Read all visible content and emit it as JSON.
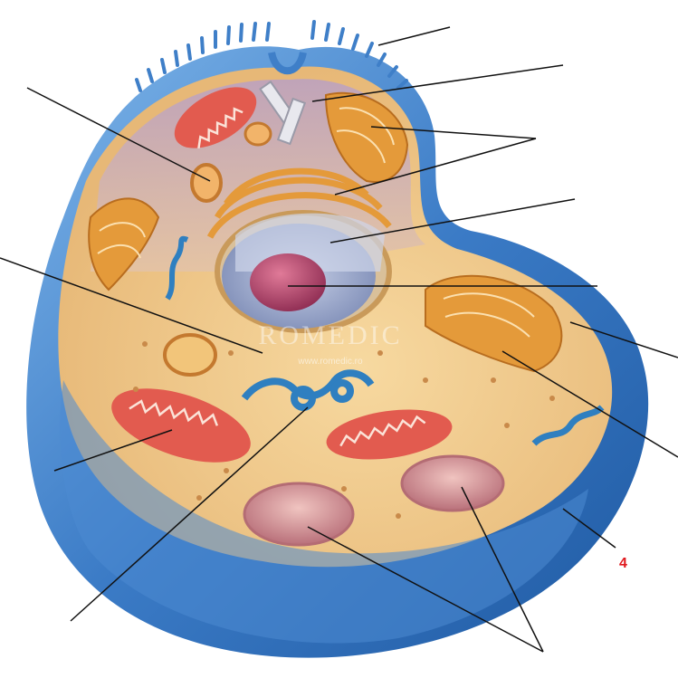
{
  "diagram": {
    "number_label": "4",
    "watermark": {
      "brand": "ROMEDIC",
      "url": "www.romedic.ro"
    },
    "colors": {
      "membrane_outer": "#3f7fc8",
      "membrane_light": "#8ec0ee",
      "cytoplasm": "#f0c98a",
      "cytoplasm_back": "#c9a6b4",
      "nucleus": "#9aa8c8",
      "nucleolus": "#b0486a",
      "mitochondria": "#e25b4f",
      "golgi_er": "#e49a3a",
      "smooth_er": "#2f7fc0",
      "vacuole": "#d7a0a2",
      "leader_line": "#111111",
      "number_label": "#e0191e"
    }
  }
}
